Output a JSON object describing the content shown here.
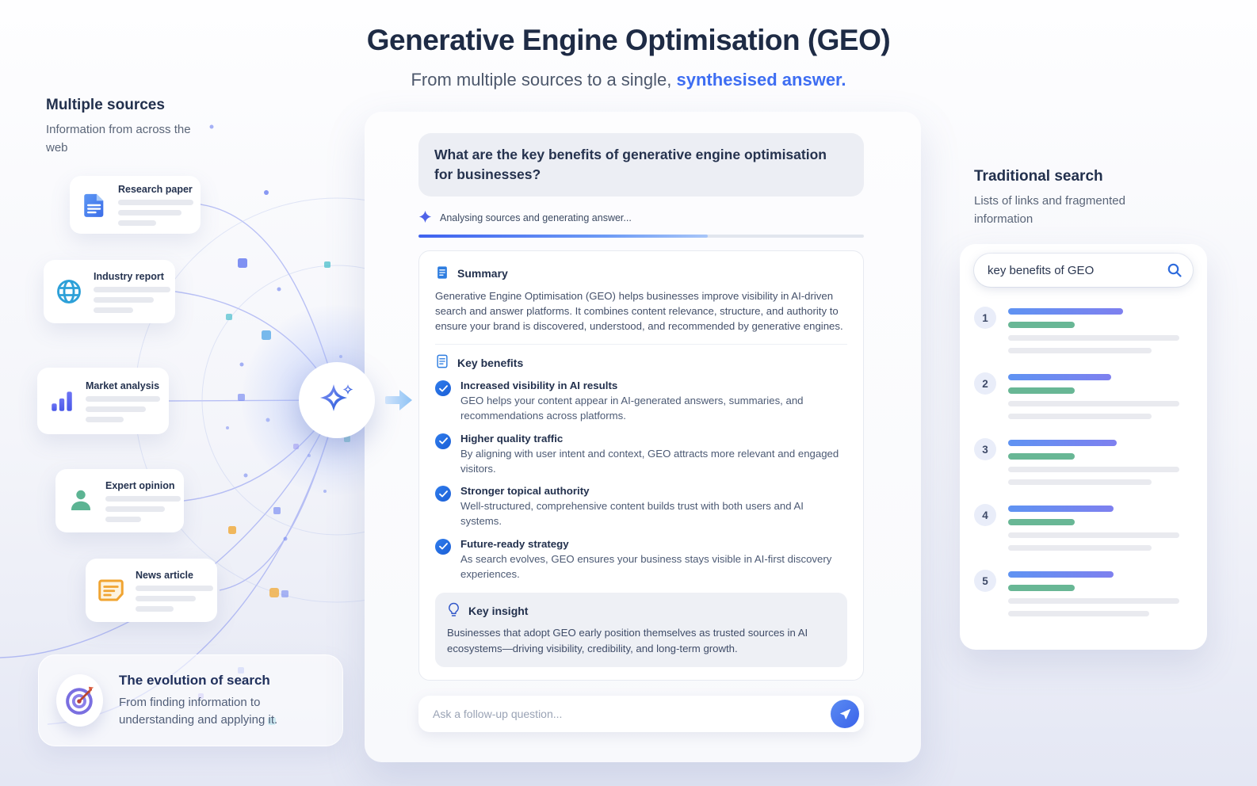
{
  "header": {
    "title": "Generative Engine Optimisation (GEO)",
    "subtitle_plain": "From multiple sources to a single, ",
    "subtitle_accent": "synthesised answer."
  },
  "sources": {
    "heading": "Multiple sources",
    "subheading": "Information from across the web",
    "cards": [
      {
        "label": "Research paper",
        "icon": "document-icon"
      },
      {
        "label": "Industry report",
        "icon": "globe-icon"
      },
      {
        "label": "Market analysis",
        "icon": "bar-chart-icon"
      },
      {
        "label": "Expert opinion",
        "icon": "person-icon"
      },
      {
        "label": "News article",
        "icon": "news-icon"
      }
    ],
    "evolution": {
      "title": "The evolution of search",
      "description": "From finding information to understanding and applying it.",
      "icon": "target-icon"
    }
  },
  "answer_panel": {
    "question": "What are the key benefits of generative engine optimisation for businesses?",
    "status": "Analysing sources and generating answer...",
    "progress_percent": 65,
    "summary": {
      "heading": "Summary",
      "text": "Generative Engine Optimisation (GEO) helps businesses improve visibility in AI-driven search and answer platforms. It combines content relevance, structure, and authority to ensure your brand is discovered, understood, and recommended by generative engines."
    },
    "benefits": {
      "heading": "Key benefits",
      "items": [
        {
          "title": "Increased visibility in AI results",
          "description": "GEO helps your content appear in AI-generated answers, summaries, and recommendations across platforms."
        },
        {
          "title": "Higher quality traffic",
          "description": "By aligning with user intent and context, GEO attracts more relevant and engaged visitors."
        },
        {
          "title": "Stronger topical authority",
          "description": "Well-structured, comprehensive content builds trust with both users and AI systems."
        },
        {
          "title": "Future-ready strategy",
          "description": "As search evolves, GEO ensures your business stays visible in AI-first discovery experiences."
        }
      ]
    },
    "insight": {
      "heading": "Key insight",
      "text": "Businesses that adopt GEO early position themselves as trusted sources in AI ecosystems—driving visibility, credibility, and long-term growth."
    },
    "followup_placeholder": "Ask a follow-up question..."
  },
  "traditional": {
    "heading": "Traditional search",
    "subheading": "Lists of links and fragmented information",
    "search_query": "key benefits of GEO",
    "results": [
      "1",
      "2",
      "3",
      "4",
      "5"
    ]
  },
  "colors": {
    "accent_blue": "#3d6df2",
    "heading_navy": "#22304d",
    "check_blue": "#1f6be5",
    "result_title_gradient_start": "#5f93f2",
    "result_title_gradient_end": "#7e80ef",
    "result_url_green": "#68b795",
    "skeleton_gray": "#e8eaef"
  }
}
